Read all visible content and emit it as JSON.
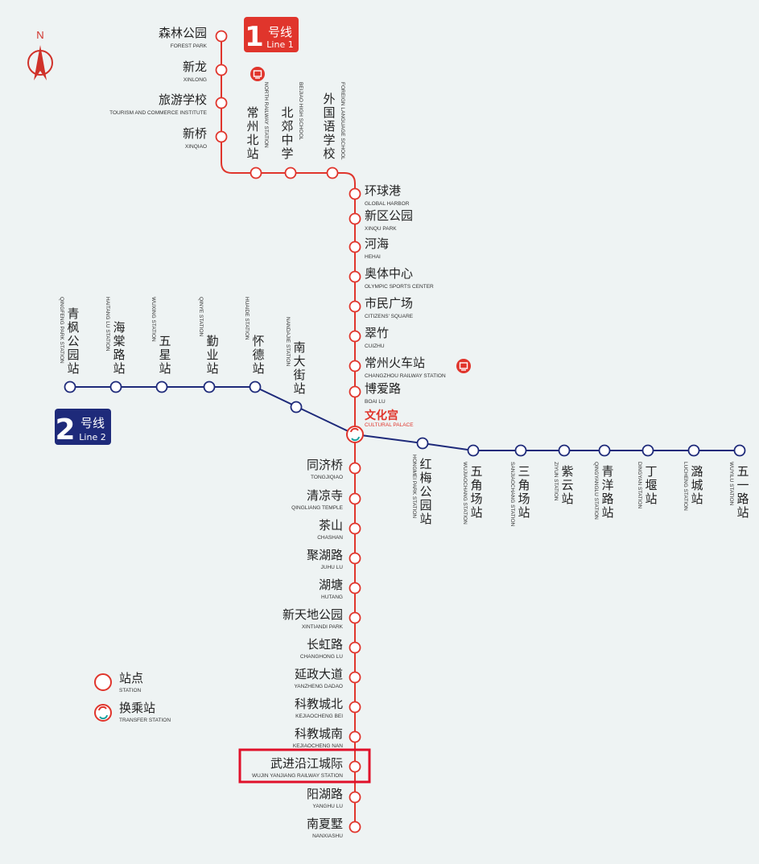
{
  "colors": {
    "line1": "#e0352c",
    "line2": "#1e2a7a",
    "background": "#eef3f3",
    "highlight": "#e0102a"
  },
  "north": {
    "label": "N"
  },
  "line1_badge": {
    "num": "1",
    "zh": "号线",
    "en": "Line 1"
  },
  "line2_badge": {
    "num": "2",
    "zh": "号线",
    "en": "Line 2"
  },
  "legend": {
    "station_zh": "站点",
    "station_en": "STATION",
    "transfer_zh": "换乘站",
    "transfer_en": "TRANSFER STATION"
  },
  "line1_left_stations": [
    {
      "zh": "森林公园",
      "en": "FOREST PARK"
    },
    {
      "zh": "新龙",
      "en": "XINLONG"
    },
    {
      "zh": "旅游学校",
      "en": "TOURISM AND COMMERCE INSTITUTE"
    },
    {
      "zh": "新桥",
      "en": "XINQIAO"
    }
  ],
  "line1_top_stations": [
    {
      "zh": "常州北站",
      "en": "NORTH RAILWAY STATION",
      "icon": "railway-icon"
    },
    {
      "zh": "北郊中学",
      "en": "BEIJIAO HIGH SCHOOL"
    },
    {
      "zh": "外国语学校",
      "en": "FOREIGN LANGUAGE SCHOOL"
    }
  ],
  "line1_mid_stations": [
    {
      "zh": "环球港",
      "en": "GLOBAL HARBOR"
    },
    {
      "zh": "新区公园",
      "en": "XINQU PARK"
    },
    {
      "zh": "河海",
      "en": "HEHAI"
    },
    {
      "zh": "奥体中心",
      "en": "OLYMPIC SPORTS CENTER"
    },
    {
      "zh": "市民广场",
      "en": "CITIZENS' SQUARE"
    },
    {
      "zh": "翠竹",
      "en": "CUIZHU"
    },
    {
      "zh": "常州火车站",
      "en": "CHANGZHOU RAILWAY STATION",
      "icon": "railway-icon"
    },
    {
      "zh": "博爱路",
      "en": "BOAI LU"
    }
  ],
  "transfer_station": {
    "zh": "文化宫",
    "en": "CULTURAL PALACE"
  },
  "line1_south_stations": [
    {
      "zh": "同济桥",
      "en": "TONGJIQIAO"
    },
    {
      "zh": "清凉寺",
      "en": "QINGLIANG TEMPLE"
    },
    {
      "zh": "茶山",
      "en": "CHASHAN"
    },
    {
      "zh": "聚湖路",
      "en": "JUHU LU"
    },
    {
      "zh": "湖塘",
      "en": "HUTANG"
    },
    {
      "zh": "新天地公园",
      "en": "XINTIANDI PARK"
    },
    {
      "zh": "长虹路",
      "en": "CHANGHONG LU"
    },
    {
      "zh": "延政大道",
      "en": "YANZHENG DADAO"
    },
    {
      "zh": "科教城北",
      "en": "KEJIAOCHENG BEI"
    },
    {
      "zh": "科教城南",
      "en": "KEJIAOCHENG NAN"
    },
    {
      "zh": "武进沿江城际",
      "en": "WUJIN YANJIANG RAILWAY STATION",
      "highlighted": true
    },
    {
      "zh": "阳湖路",
      "en": "YANGHU LU"
    },
    {
      "zh": "南夏墅",
      "en": "NANXIASHU"
    }
  ],
  "line2_west_stations": [
    {
      "zh": "青枫公园站",
      "en": "QINGFENG PARK STATION"
    },
    {
      "zh": "海棠路站",
      "en": "HAITANG LU STATION"
    },
    {
      "zh": "五星站",
      "en": "WUXING STATION"
    },
    {
      "zh": "勤业站",
      "en": "QINYE STATION"
    },
    {
      "zh": "怀德站",
      "en": "HUAIDE STATION"
    },
    {
      "zh": "南大街站",
      "en": "NANDAJIE STATION"
    }
  ],
  "line2_east_stations": [
    {
      "zh": "红梅公园站",
      "en": "HONGMEI PARK STATION"
    },
    {
      "zh": "五角场站",
      "en": "WUJIAOCHANG STATION"
    },
    {
      "zh": "三角场站",
      "en": "SANJIAOCHANG STATION"
    },
    {
      "zh": "紫云站",
      "en": "ZIYUN STATION"
    },
    {
      "zh": "青洋路站",
      "en": "QINGYANGLU STATION"
    },
    {
      "zh": "丁堰站",
      "en": "DINGYAN STATION"
    },
    {
      "zh": "潞城站",
      "en": "LUCHENG STATION"
    },
    {
      "zh": "五一路站",
      "en": "WUYILU STATION"
    }
  ]
}
